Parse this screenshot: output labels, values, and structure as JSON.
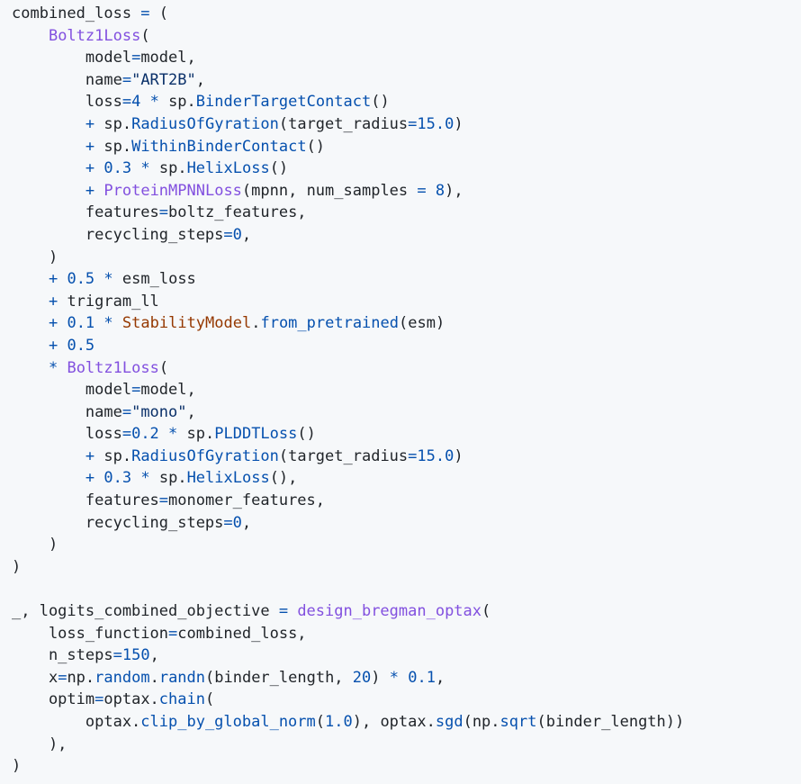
{
  "code": {
    "language": "python",
    "colors": {
      "background": "#f6f8fa",
      "plain": "#1f2328",
      "operator": "#0550ae",
      "number": "#0550ae",
      "string": "#0a3069",
      "attribute": "#0550ae",
      "class": "#8250df",
      "class_alt": "#953800",
      "function": "#8250df"
    },
    "lines": [
      [
        [
          "plain",
          "combined_loss "
        ],
        [
          "op",
          "="
        ],
        [
          "plain",
          " ("
        ]
      ],
      [
        [
          "plain",
          "    "
        ],
        [
          "cls",
          "Boltz1Loss"
        ],
        [
          "plain",
          "("
        ]
      ],
      [
        [
          "plain",
          "        model"
        ],
        [
          "op",
          "="
        ],
        [
          "plain",
          "model,"
        ]
      ],
      [
        [
          "plain",
          "        name"
        ],
        [
          "op",
          "="
        ],
        [
          "str",
          "\"ART2B\""
        ],
        [
          "plain",
          ","
        ]
      ],
      [
        [
          "plain",
          "        loss"
        ],
        [
          "op",
          "="
        ],
        [
          "num",
          "4"
        ],
        [
          "plain",
          " "
        ],
        [
          "op",
          "*"
        ],
        [
          "plain",
          " sp."
        ],
        [
          "attr",
          "BinderTargetContact"
        ],
        [
          "plain",
          "()"
        ]
      ],
      [
        [
          "plain",
          "        "
        ],
        [
          "op",
          "+"
        ],
        [
          "plain",
          " sp."
        ],
        [
          "attr",
          "RadiusOfGyration"
        ],
        [
          "plain",
          "(target_radius"
        ],
        [
          "op",
          "="
        ],
        [
          "num",
          "15.0"
        ],
        [
          "plain",
          ")"
        ]
      ],
      [
        [
          "plain",
          "        "
        ],
        [
          "op",
          "+"
        ],
        [
          "plain",
          " sp."
        ],
        [
          "attr",
          "WithinBinderContact"
        ],
        [
          "plain",
          "()"
        ]
      ],
      [
        [
          "plain",
          "        "
        ],
        [
          "op",
          "+"
        ],
        [
          "plain",
          " "
        ],
        [
          "num",
          "0.3"
        ],
        [
          "plain",
          " "
        ],
        [
          "op",
          "*"
        ],
        [
          "plain",
          " sp."
        ],
        [
          "attr",
          "HelixLoss"
        ],
        [
          "plain",
          "()"
        ]
      ],
      [
        [
          "plain",
          "        "
        ],
        [
          "op",
          "+"
        ],
        [
          "plain",
          " "
        ],
        [
          "cls",
          "ProteinMPNNLoss"
        ],
        [
          "plain",
          "(mpnn, num_samples "
        ],
        [
          "op",
          "="
        ],
        [
          "plain",
          " "
        ],
        [
          "num",
          "8"
        ],
        [
          "plain",
          "),"
        ]
      ],
      [
        [
          "plain",
          "        features"
        ],
        [
          "op",
          "="
        ],
        [
          "plain",
          "boltz_features,"
        ]
      ],
      [
        [
          "plain",
          "        recycling_steps"
        ],
        [
          "op",
          "="
        ],
        [
          "num",
          "0"
        ],
        [
          "plain",
          ","
        ]
      ],
      [
        [
          "plain",
          "    )"
        ]
      ],
      [
        [
          "plain",
          "    "
        ],
        [
          "op",
          "+"
        ],
        [
          "plain",
          " "
        ],
        [
          "num",
          "0.5"
        ],
        [
          "plain",
          " "
        ],
        [
          "op",
          "*"
        ],
        [
          "plain",
          " esm_loss"
        ]
      ],
      [
        [
          "plain",
          "    "
        ],
        [
          "op",
          "+"
        ],
        [
          "plain",
          " trigram_ll"
        ]
      ],
      [
        [
          "plain",
          "    "
        ],
        [
          "op",
          "+"
        ],
        [
          "plain",
          " "
        ],
        [
          "num",
          "0.1"
        ],
        [
          "plain",
          " "
        ],
        [
          "op",
          "*"
        ],
        [
          "plain",
          " "
        ],
        [
          "cls2",
          "StabilityModel"
        ],
        [
          "plain",
          "."
        ],
        [
          "attr",
          "from_pretrained"
        ],
        [
          "plain",
          "(esm)"
        ]
      ],
      [
        [
          "plain",
          "    "
        ],
        [
          "op",
          "+"
        ],
        [
          "plain",
          " "
        ],
        [
          "num",
          "0.5"
        ]
      ],
      [
        [
          "plain",
          "    "
        ],
        [
          "op",
          "*"
        ],
        [
          "plain",
          " "
        ],
        [
          "cls",
          "Boltz1Loss"
        ],
        [
          "plain",
          "("
        ]
      ],
      [
        [
          "plain",
          "        model"
        ],
        [
          "op",
          "="
        ],
        [
          "plain",
          "model,"
        ]
      ],
      [
        [
          "plain",
          "        name"
        ],
        [
          "op",
          "="
        ],
        [
          "str",
          "\"mono\""
        ],
        [
          "plain",
          ","
        ]
      ],
      [
        [
          "plain",
          "        loss"
        ],
        [
          "op",
          "="
        ],
        [
          "num",
          "0.2"
        ],
        [
          "plain",
          " "
        ],
        [
          "op",
          "*"
        ],
        [
          "plain",
          " sp."
        ],
        [
          "attr",
          "PLDDTLoss"
        ],
        [
          "plain",
          "()"
        ]
      ],
      [
        [
          "plain",
          "        "
        ],
        [
          "op",
          "+"
        ],
        [
          "plain",
          " sp."
        ],
        [
          "attr",
          "RadiusOfGyration"
        ],
        [
          "plain",
          "(target_radius"
        ],
        [
          "op",
          "="
        ],
        [
          "num",
          "15.0"
        ],
        [
          "plain",
          ")"
        ]
      ],
      [
        [
          "plain",
          "        "
        ],
        [
          "op",
          "+"
        ],
        [
          "plain",
          " "
        ],
        [
          "num",
          "0.3"
        ],
        [
          "plain",
          " "
        ],
        [
          "op",
          "*"
        ],
        [
          "plain",
          " sp."
        ],
        [
          "attr",
          "HelixLoss"
        ],
        [
          "plain",
          "(),"
        ]
      ],
      [
        [
          "plain",
          "        features"
        ],
        [
          "op",
          "="
        ],
        [
          "plain",
          "monomer_features,"
        ]
      ],
      [
        [
          "plain",
          "        recycling_steps"
        ],
        [
          "op",
          "="
        ],
        [
          "num",
          "0"
        ],
        [
          "plain",
          ","
        ]
      ],
      [
        [
          "plain",
          "    )"
        ]
      ],
      [
        [
          "plain",
          ")"
        ]
      ],
      [
        [
          "plain",
          ""
        ]
      ],
      [
        [
          "plain",
          "_, logits_combined_objective "
        ],
        [
          "op",
          "="
        ],
        [
          "plain",
          " "
        ],
        [
          "fn",
          "design_bregman_optax"
        ],
        [
          "plain",
          "("
        ]
      ],
      [
        [
          "plain",
          "    loss_function"
        ],
        [
          "op",
          "="
        ],
        [
          "plain",
          "combined_loss,"
        ]
      ],
      [
        [
          "plain",
          "    n_steps"
        ],
        [
          "op",
          "="
        ],
        [
          "num",
          "150"
        ],
        [
          "plain",
          ","
        ]
      ],
      [
        [
          "plain",
          "    x"
        ],
        [
          "op",
          "="
        ],
        [
          "plain",
          "np."
        ],
        [
          "attr",
          "random"
        ],
        [
          "plain",
          "."
        ],
        [
          "attr",
          "randn"
        ],
        [
          "plain",
          "(binder_length, "
        ],
        [
          "num",
          "20"
        ],
        [
          "plain",
          ") "
        ],
        [
          "op",
          "*"
        ],
        [
          "plain",
          " "
        ],
        [
          "num",
          "0.1"
        ],
        [
          "plain",
          ","
        ]
      ],
      [
        [
          "plain",
          "    optim"
        ],
        [
          "op",
          "="
        ],
        [
          "plain",
          "optax."
        ],
        [
          "attr",
          "chain"
        ],
        [
          "plain",
          "("
        ]
      ],
      [
        [
          "plain",
          "        optax."
        ],
        [
          "attr",
          "clip_by_global_norm"
        ],
        [
          "plain",
          "("
        ],
        [
          "num",
          "1.0"
        ],
        [
          "plain",
          "), optax."
        ],
        [
          "attr",
          "sgd"
        ],
        [
          "plain",
          "(np."
        ],
        [
          "attr",
          "sqrt"
        ],
        [
          "plain",
          "(binder_length))"
        ]
      ],
      [
        [
          "plain",
          "    ),"
        ]
      ],
      [
        [
          "plain",
          ")"
        ]
      ]
    ]
  }
}
